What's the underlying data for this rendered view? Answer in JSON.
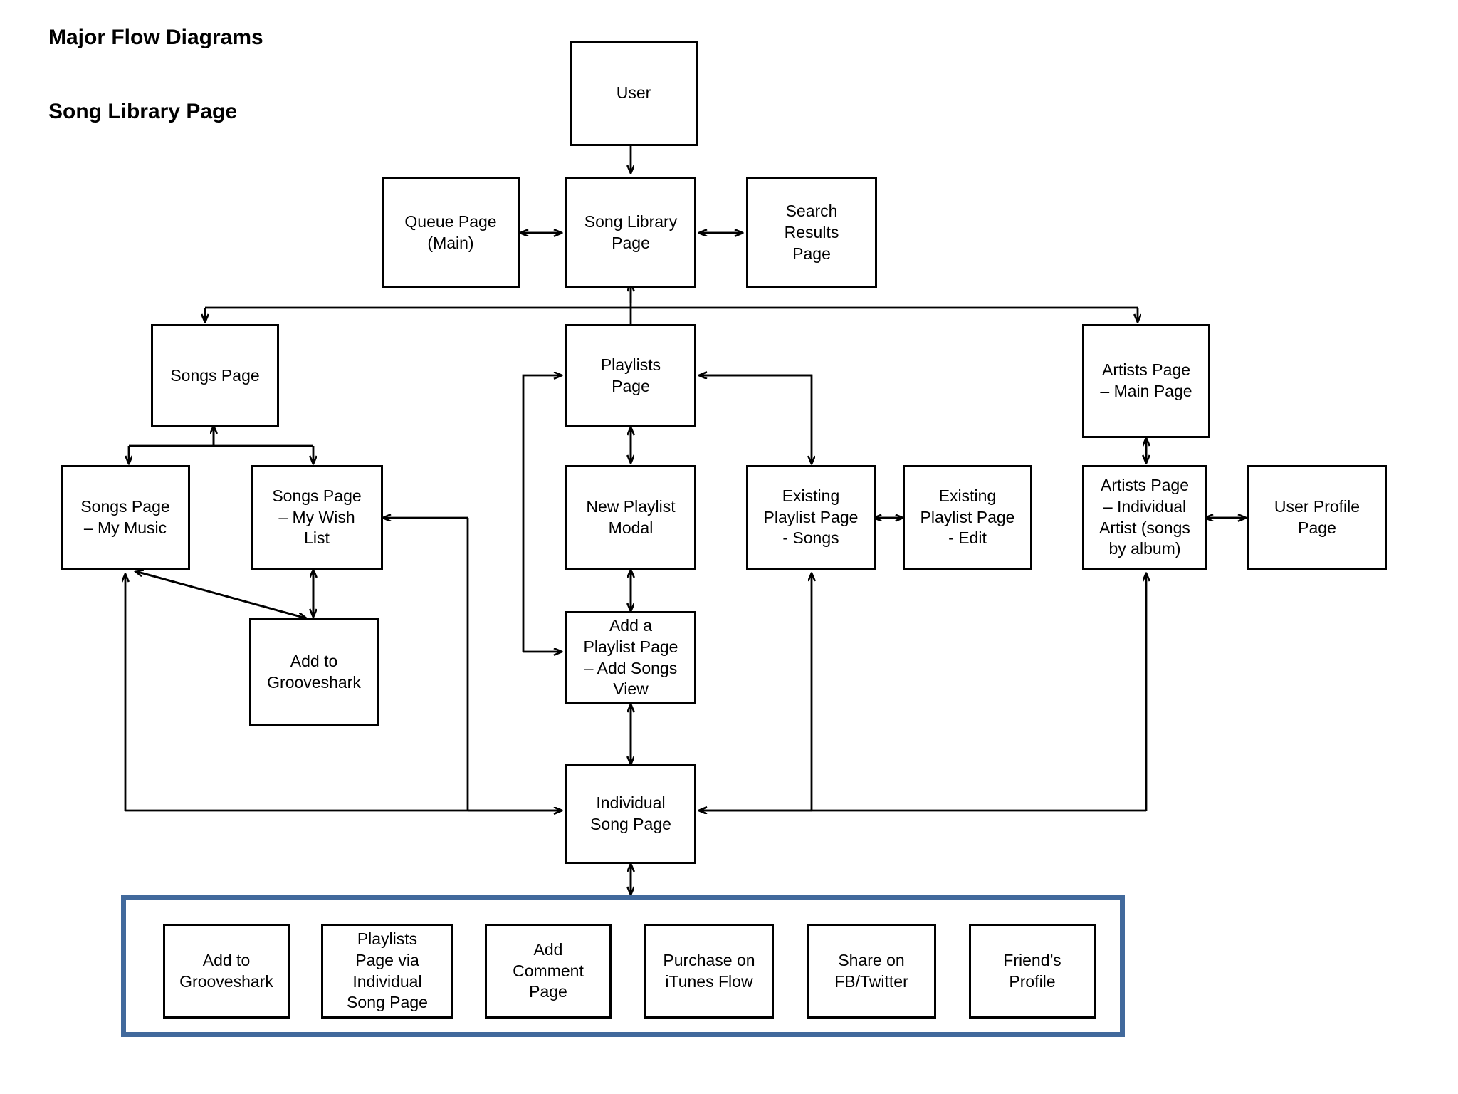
{
  "titles": {
    "main": "Major Flow Diagrams",
    "sub": "Song Library Page"
  },
  "colors": {
    "group_border": "#41699c",
    "node_border": "#000000",
    "connector": "#000000",
    "background": "#ffffff"
  },
  "nodes": {
    "user": "User",
    "queue_page": "Queue Page\n(Main)",
    "song_library_page": "Song Library\nPage",
    "search_results_page": "Search\nResults\nPage",
    "songs_page": "Songs Page",
    "playlists_page": "Playlists\nPage",
    "artists_main": "Artists Page\n– Main Page",
    "songs_my_music": "Songs Page\n– My Music",
    "songs_wish_list": "Songs Page\n– My Wish\nList",
    "new_playlist_modal": "New Playlist\nModal",
    "existing_playlist_songs": "Existing\nPlaylist Page\n- Songs",
    "existing_playlist_edit": "Existing\nPlaylist Page\n- Edit",
    "artists_individual": "Artists Page\n– Individual\nArtist (songs\nby album)",
    "user_profile_page": "User Profile\nPage",
    "add_to_grooveshark": "Add to\nGrooveshark",
    "add_playlist_songs_view": "Add a\nPlaylist Page\n– Add Songs\nView",
    "individual_song_page": "Individual\nSong Page"
  },
  "group": {
    "chips": [
      "Add to\nGrooveshark",
      "Playlists\nPage via\nIndividual\nSong Page",
      "Add\nComment\nPage",
      "Purchase on\niTunes Flow",
      "Share on\nFB/Twitter",
      "Friend’s\nProfile"
    ]
  }
}
